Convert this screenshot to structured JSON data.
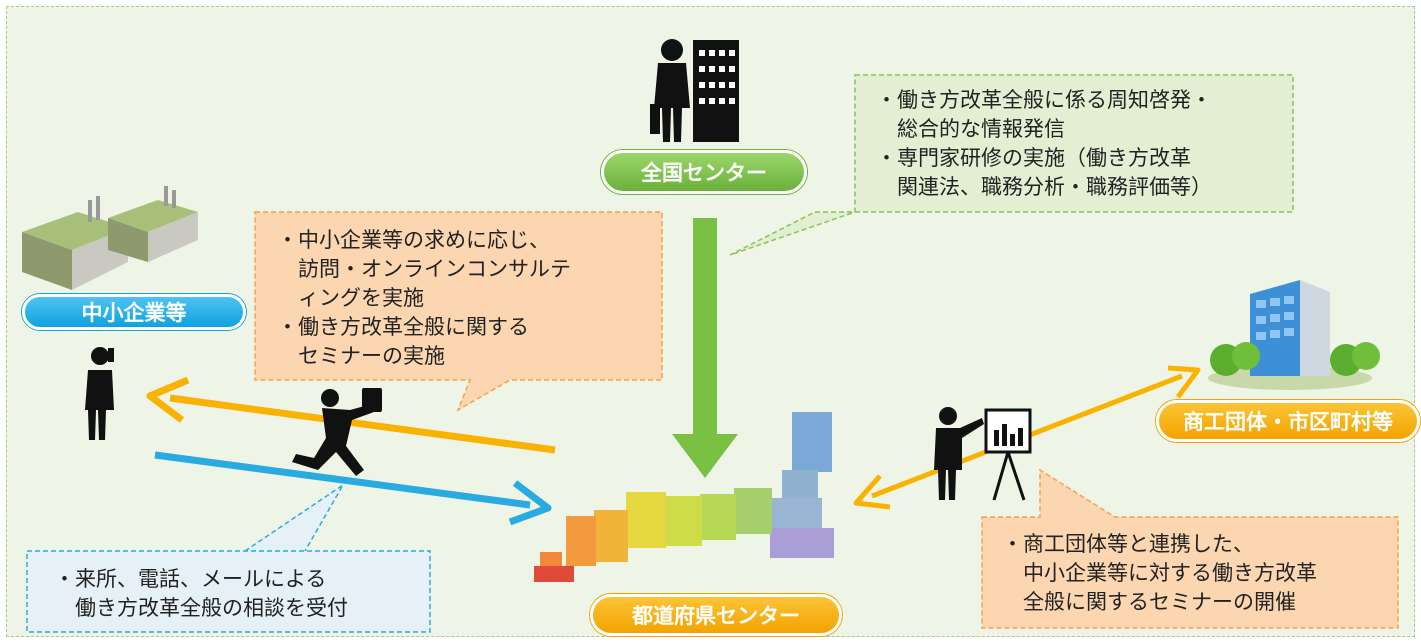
{
  "nodes": {
    "national": {
      "label": "全国センター"
    },
    "sme": {
      "label": "中小企業等"
    },
    "commerce": {
      "label": "商工団体・市区町村等"
    },
    "prefectural": {
      "label": "都道府県センター"
    }
  },
  "callouts": {
    "national": "・働き方改革全般に係る周知啓発・\n　総合的な情報発信\n・専門家研修の実施（働き方改革\n　関連法、職務分析・職務評価等）",
    "outreach": "・中小企業等の求めに応じ、\n　訪問・オンラインコンサルテ\n　ィングを実施\n・働き方改革全般に関する\n　セミナーの実施",
    "consultation": "・来所、電話、メールによる\n　働き方改革全般の相談を受付",
    "seminar": "・商工団体等と連携した、\n　中小企業等に対する働き方改革\n　全般に関するセミナーの開催"
  },
  "colors": {
    "green": "#7ac143",
    "blue": "#29abe2",
    "orange": "#f9b200",
    "callout_orange_fill": "#fbd6b0",
    "callout_green_fill": "#e3efd3",
    "callout_blue_fill": "#e6f1f7"
  }
}
